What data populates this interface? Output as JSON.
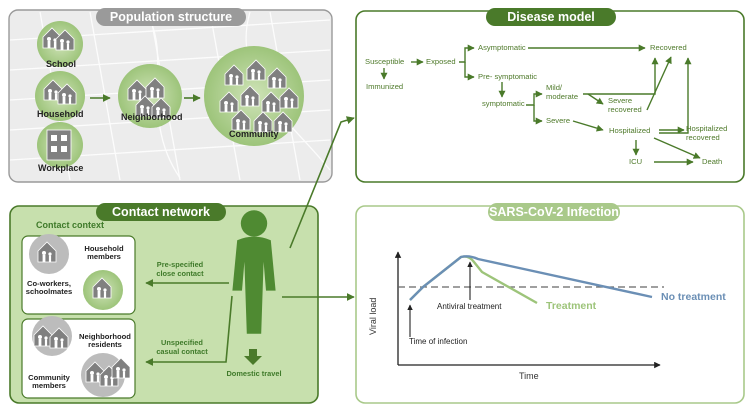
{
  "population": {
    "title": "Population structure",
    "school": "School",
    "household": "Household",
    "workplace": "Workplace",
    "neighborhood": "Neighborhood",
    "community": "Community"
  },
  "disease": {
    "title": "Disease model",
    "susceptible": "Susceptible",
    "immunized": "Immunized",
    "exposed": "Exposed",
    "asymptomatic": "Asymptomatic",
    "pre_symptomatic": "Pre- symptomatic",
    "symptomatic": "symptomatic",
    "mild": "Mild/",
    "moderate": "moderate",
    "severe": "Severe",
    "severe_rec_1": "Severe",
    "severe_rec_2": "recovered",
    "recovered": "Recovered",
    "hospitalized": "Hospitalized",
    "hosp_rec_1": "Hospitalized",
    "hosp_rec_2": "recovered",
    "icu": "ICU",
    "death": "Death"
  },
  "contact": {
    "title": "Contact network",
    "context": "Contact context",
    "household_1": "Household",
    "household_2": "members",
    "coworkers_1": "Co-workers,",
    "coworkers_2": "schoolmates",
    "neighborhood_1": "Neighborhood",
    "neighborhood_2": "residents",
    "community_1": "Community",
    "community_2": "members",
    "pre_1": "Pre-specified",
    "pre_2": "close contact",
    "unspec_1": "Unspecified",
    "unspec_2": "casual contact",
    "domestic": "Domestic travel"
  },
  "infection": {
    "title": "SARS-CoV-2 Infection",
    "ylabel": "Viral load",
    "xlabel": "Time",
    "antiviral": "Antiviral treatment",
    "time_of_infection": "Time of infection",
    "treatment": "Treatment",
    "no_treatment": "No treatment"
  },
  "colors": {
    "green_dark": "#4a7a2a",
    "green_mid": "#6c9a3f",
    "green_light": "#a9c98a",
    "blue": "#6b8fb5",
    "gray_header": "#9a9a9a"
  }
}
